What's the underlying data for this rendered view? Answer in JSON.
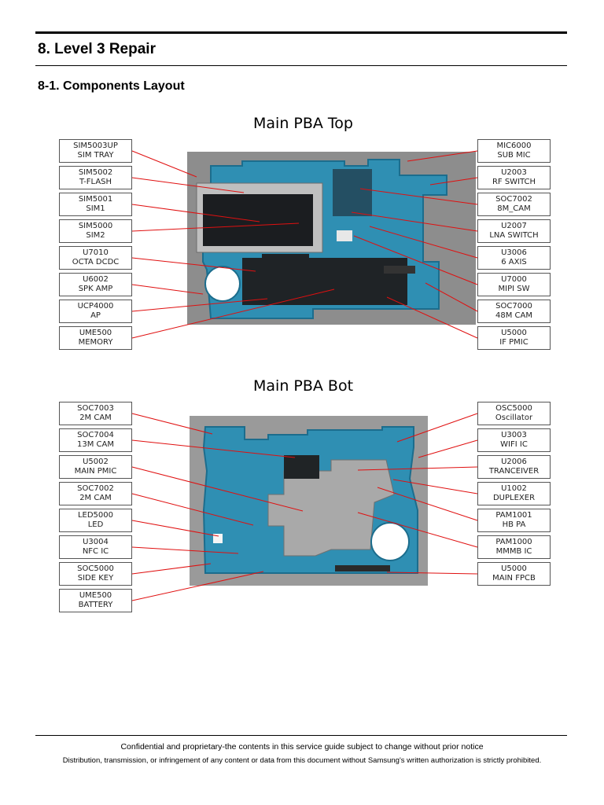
{
  "section_title": "8. Level 3 Repair",
  "subsection_title": "8-1. Components Layout",
  "top": {
    "title": "Main PBA Top",
    "left_labels": [
      {
        "l1": "SIM5003UP",
        "l2": "SIM TRAY"
      },
      {
        "l1": "SIM5002",
        "l2": "T-FLASH"
      },
      {
        "l1": "SIM5001",
        "l2": "SIM1"
      },
      {
        "l1": "SIM5000",
        "l2": "SIM2"
      },
      {
        "l1": "U7010",
        "l2": "OCTA DCDC"
      },
      {
        "l1": "U6002",
        "l2": "SPK AMP"
      },
      {
        "l1": "UCP4000",
        "l2": "AP"
      },
      {
        "l1": "UME500",
        "l2": "MEMORY"
      }
    ],
    "right_labels": [
      {
        "l1": "MIC6000",
        "l2": "SUB MIC"
      },
      {
        "l1": "U2003",
        "l2": "RF SWITCH"
      },
      {
        "l1": "SOC7002",
        "l2": "8M_CAM"
      },
      {
        "l1": "U2007",
        "l2": "LNA SWITCH"
      },
      {
        "l1": "U3006",
        "l2": "6 AXIS"
      },
      {
        "l1": "U7000",
        "l2": "MIPI SW"
      },
      {
        "l1": "SOC7000",
        "l2": "48M CAM"
      },
      {
        "l1": "U5000",
        "l2": "IF PMIC"
      }
    ]
  },
  "bot": {
    "title": "Main PBA Bot",
    "left_labels": [
      {
        "l1": "SOC7003",
        "l2": "2M CAM"
      },
      {
        "l1": "SOC7004",
        "l2": "13M CAM"
      },
      {
        "l1": "U5002",
        "l2": "MAIN PMIC"
      },
      {
        "l1": "SOC7002",
        "l2": "2M CAM"
      },
      {
        "l1": "LED5000",
        "l2": "LED"
      },
      {
        "l1": "U3004",
        "l2": "NFC IC"
      },
      {
        "l1": "SOC5000",
        "l2": "SIDE KEY"
      },
      {
        "l1": "UME500",
        "l2": "BATTERY"
      }
    ],
    "right_labels": [
      {
        "l1": "OSC5000",
        "l2": "Oscillator"
      },
      {
        "l1": "U3003",
        "l2": "WIFI IC"
      },
      {
        "l1": "U2006",
        "l2": "TRANCEIVER"
      },
      {
        "l1": "U1002",
        "l2": "DUPLEXER"
      },
      {
        "l1": "PAM1001",
        "l2": "HB PA"
      },
      {
        "l1": "PAM1000",
        "l2": "MMMB IC"
      },
      {
        "l1": "U5000",
        "l2": "MAIN FPCB"
      }
    ]
  },
  "footer": {
    "line1": "Confidential and proprietary-the contents in this service guide subject to change without prior notice",
    "line2": "Distribution, transmission, or infringement of any content or data from this document without Samsung's written authorization is strictly prohibited."
  },
  "colors": {
    "leader": "#e01010",
    "board": "#2f8fb3",
    "shield": "#1f2326",
    "metal": "#a9a9a9"
  }
}
